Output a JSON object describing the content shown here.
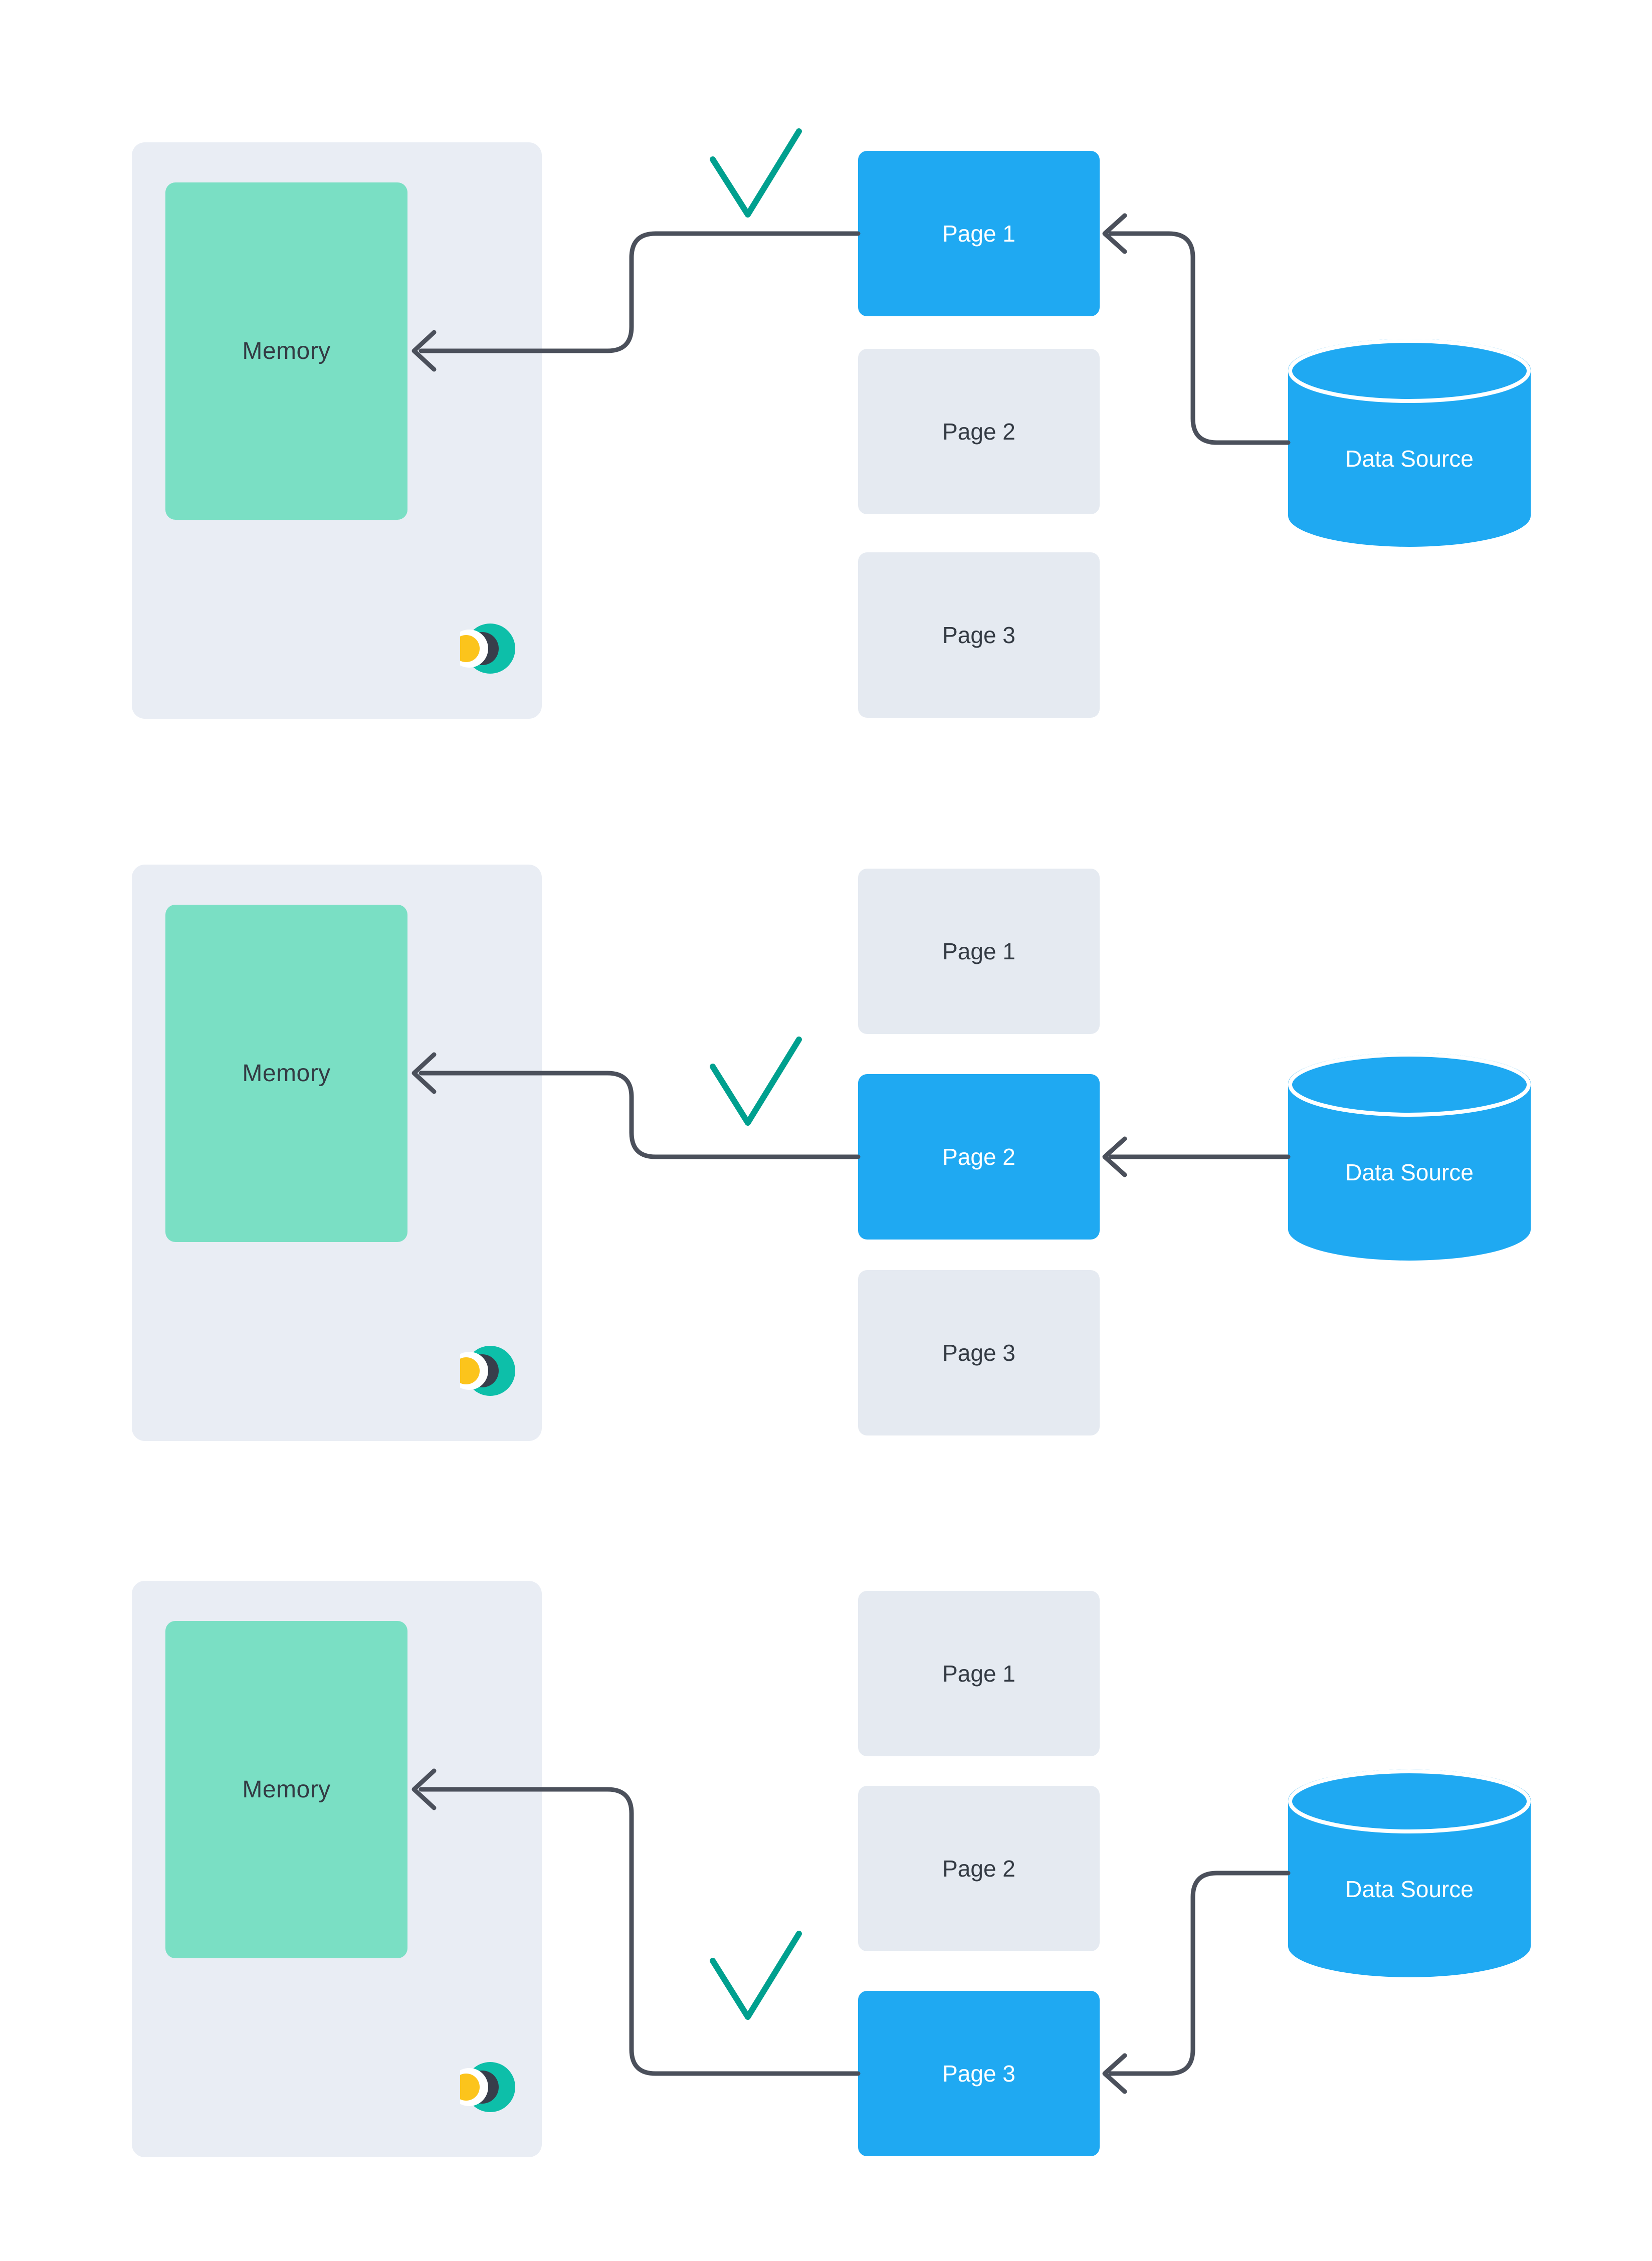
{
  "colors": {
    "accent_blue": "#1FA9F2",
    "memory_teal": "#7ADFC4",
    "panel_bg": "#E9EDF4",
    "page_bg": "#E5EAF1",
    "arrow": "#4B505B",
    "check": "#00A08F",
    "logo_teal": "#0DBFA9",
    "logo_dark": "#383E4B",
    "logo_yellow": "#FCC41C",
    "text_dark": "#333A43",
    "text_light": "#FFFFFF"
  },
  "icons": {
    "logo": "crescent-moon-logo",
    "checkmark": "check-mark",
    "arrowhead": "left-arrow-chevron",
    "data_source_shape": "database-cylinder"
  },
  "panels": [
    {
      "memory_label": "Memory",
      "data_source_label": "Data Source",
      "pages": [
        {
          "label": "Page 1",
          "active": true
        },
        {
          "label": "Page 2",
          "active": false
        },
        {
          "label": "Page 3",
          "active": false
        }
      ]
    },
    {
      "memory_label": "Memory",
      "data_source_label": "Data Source",
      "pages": [
        {
          "label": "Page 1",
          "active": false
        },
        {
          "label": "Page 2",
          "active": true
        },
        {
          "label": "Page 3",
          "active": false
        }
      ]
    },
    {
      "memory_label": "Memory",
      "data_source_label": "Data Source",
      "pages": [
        {
          "label": "Page 1",
          "active": false
        },
        {
          "label": "Page 2",
          "active": false
        },
        {
          "label": "Page 3",
          "active": true
        }
      ]
    }
  ]
}
